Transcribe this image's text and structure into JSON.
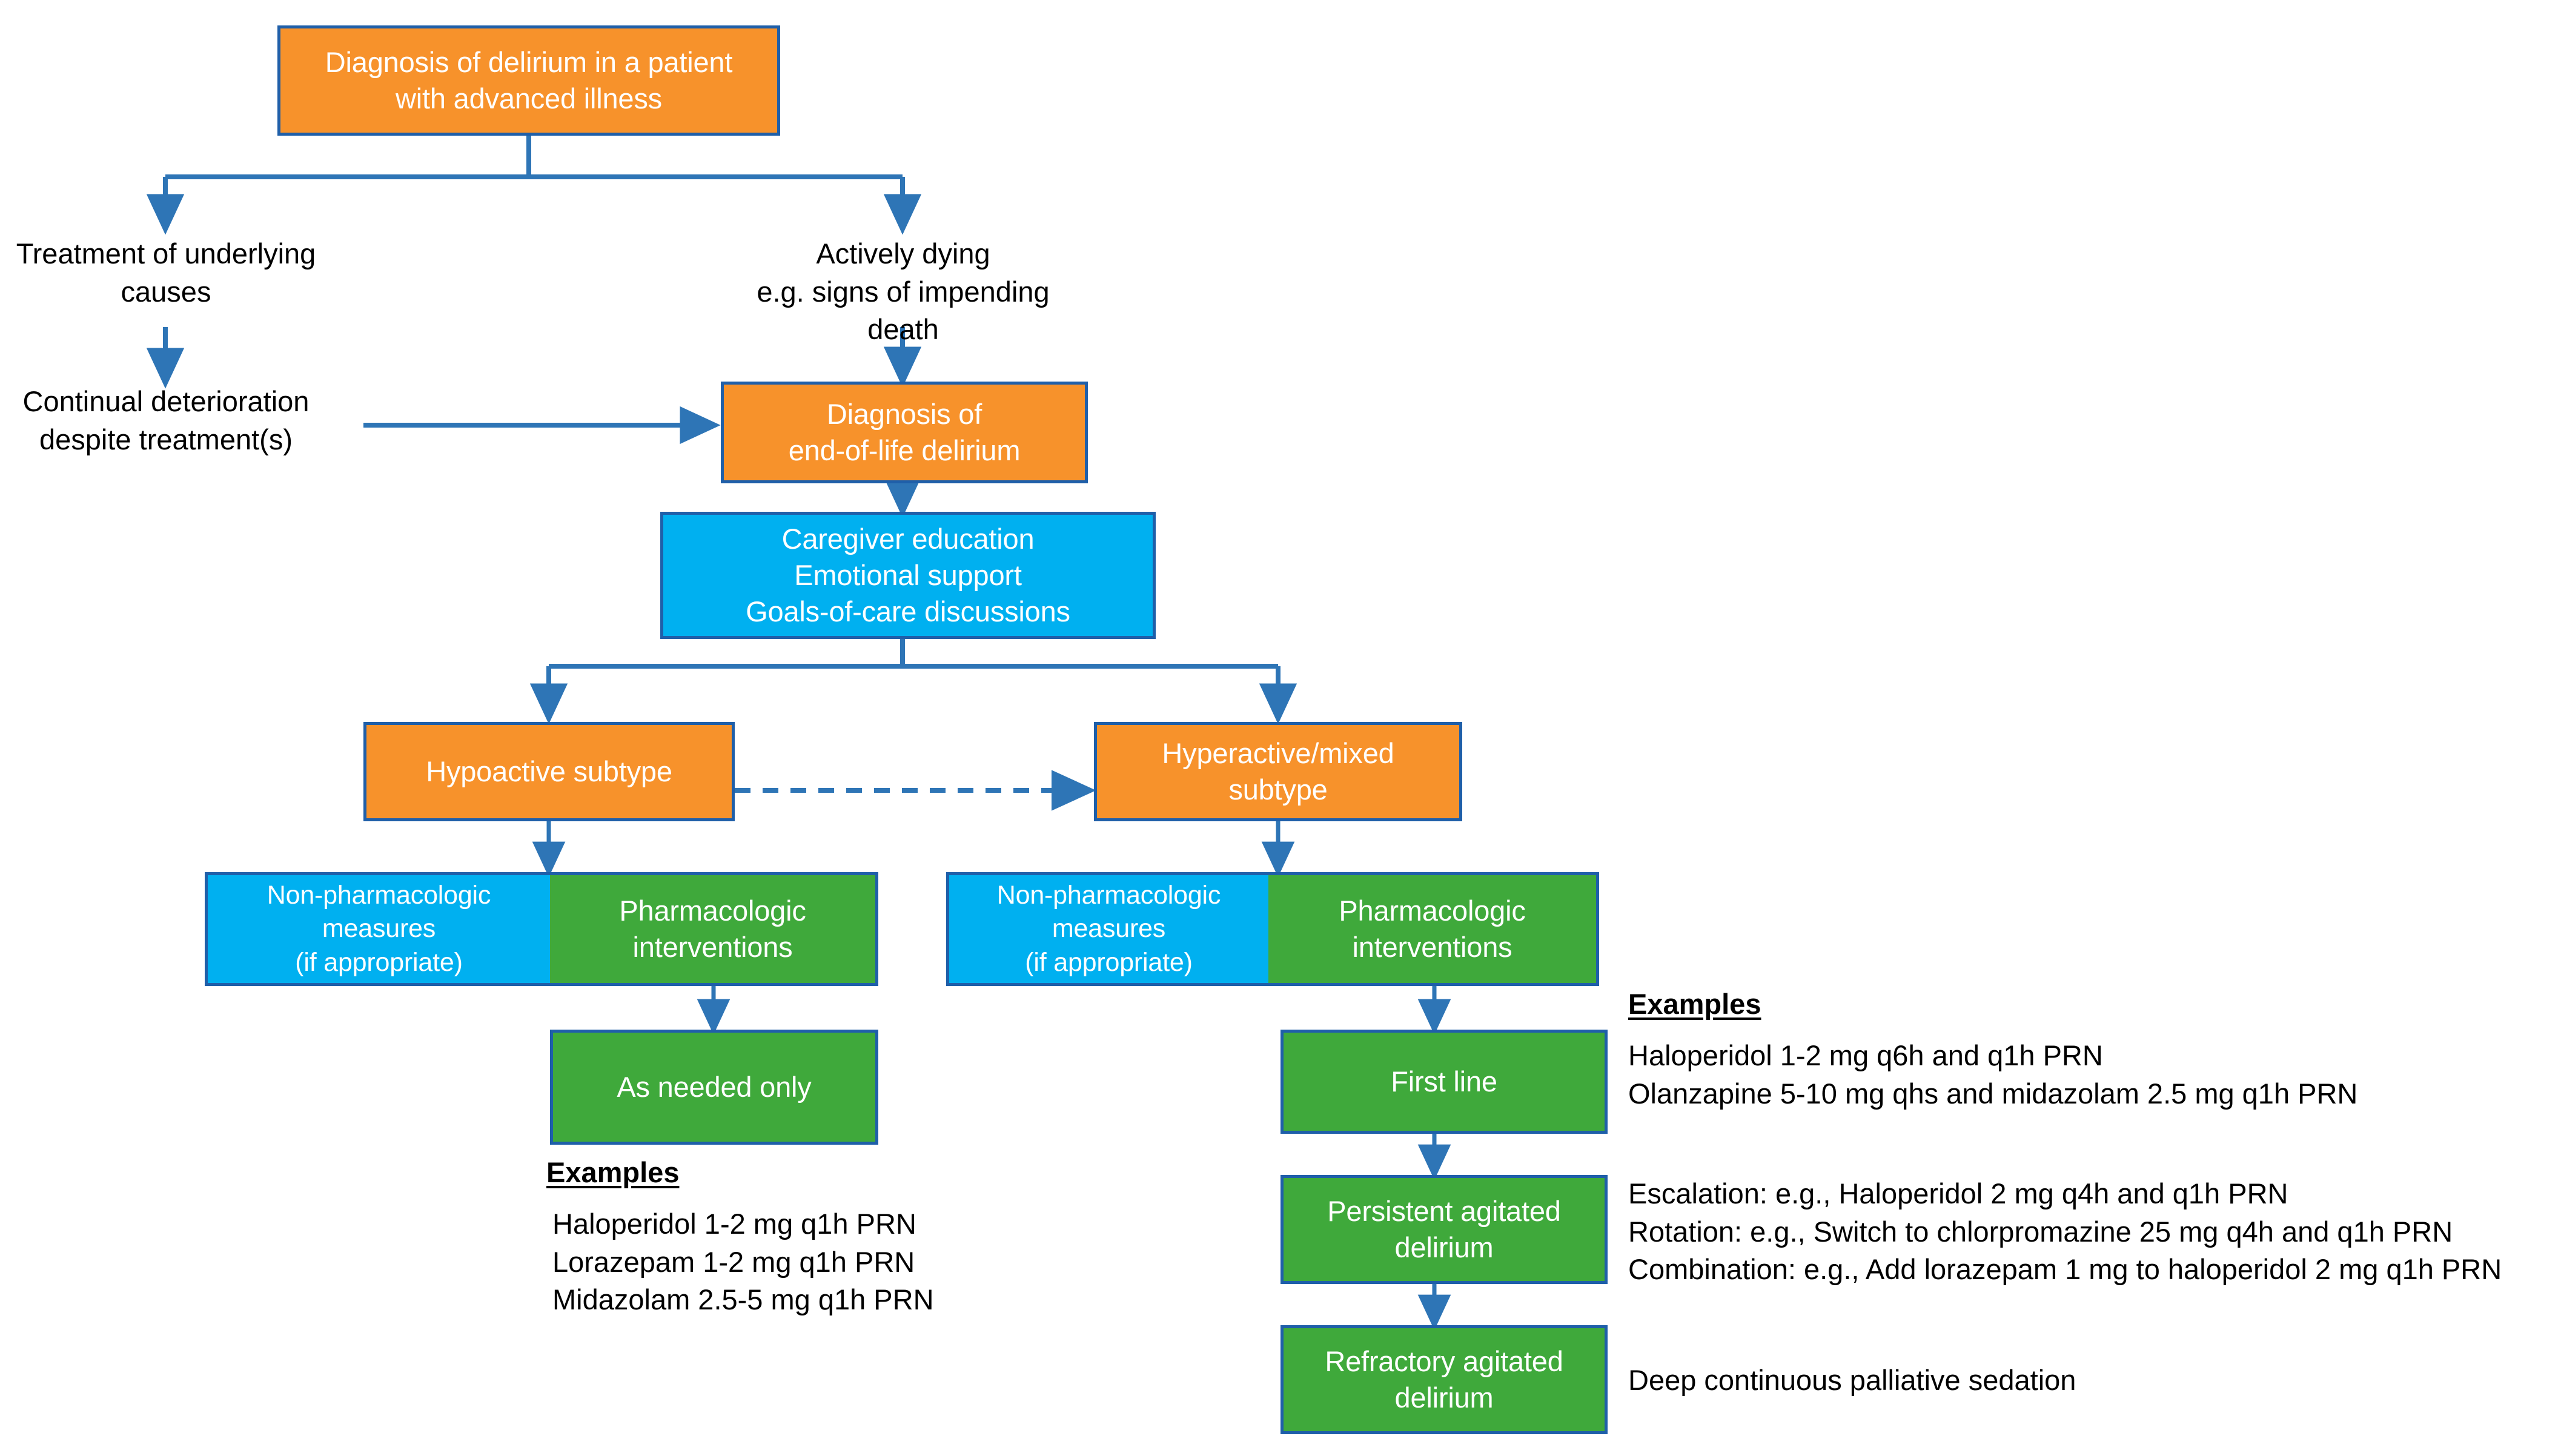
{
  "diagram": {
    "title": "End-of-life delirium management algorithm",
    "colors": {
      "orange": "#F7922B",
      "cyan": "#00B0F0",
      "green": "#3FA93B",
      "border": "#1F5FA9",
      "arrow": "#2E75B6",
      "text_dark": "#000000",
      "text_light": "#FFFFFF"
    },
    "nodes": {
      "diagnosis_advanced": "Diagnosis of delirium in a patient\nwith advanced illness",
      "treatment_underlying": "Treatment of underlying\ncauses",
      "actively_dying": "Actively dying\ne.g. signs of impending death",
      "continual_deterioration": "Continual deterioration\ndespite treatment(s)",
      "diagnosis_eol": "Diagnosis of\nend-of-life delirium",
      "caregiver_block": "Caregiver education\nEmotional support\nGoals-of-care discussions",
      "hypoactive_subtype": "Hypoactive subtype",
      "hyperactive_subtype": "Hyperactive/mixed\nsubtype",
      "nonpharm_left": "Non-pharmacologic\nmeasures\n(if appropriate)",
      "pharm_left": "Pharmacologic\ninterventions",
      "nonpharm_right": "Non-pharmacologic\nmeasures\n(if appropriate)",
      "pharm_right": "Pharmacologic\ninterventions",
      "as_needed_only": "As needed only",
      "first_line": "First line",
      "persistent_agitated": "Persistent agitated\ndelirium",
      "refractory_agitated": "Refractory agitated\ndelirium"
    },
    "annotations": {
      "examples_left_header": "Examples",
      "examples_left_lines": "Haloperidol 1-2 mg q1h PRN\nLorazepam 1-2 mg q1h PRN\nMidazolam 2.5-5 mg q1h PRN",
      "examples_right_header": "Examples",
      "examples_right_first_line": "Haloperidol 1-2 mg q6h and q1h PRN\nOlanzapine 5-10 mg qhs and midazolam 2.5 mg q1h PRN",
      "examples_right_persistent": "Escalation: e.g., Haloperidol 2 mg q4h and q1h PRN\nRotation: e.g., Switch to chlorpromazine 25 mg q4h and q1h PRN\nCombination: e.g., Add lorazepam 1 mg to haloperidol 2 mg q1h PRN",
      "examples_right_refractory": "Deep continuous palliative sedation"
    }
  }
}
